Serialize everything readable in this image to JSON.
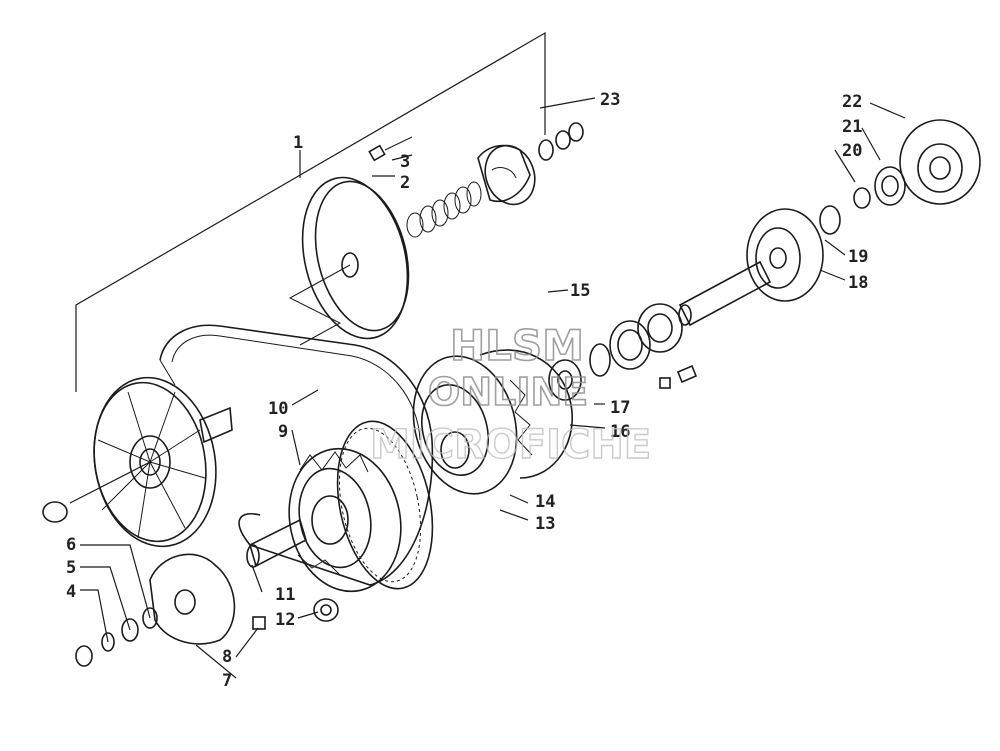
{
  "diagram": {
    "callouts": {
      "c1": "1",
      "c2": "2",
      "c3": "3",
      "c4": "4",
      "c5": "5",
      "c6": "6",
      "c7": "7",
      "c8": "8",
      "c9": "9",
      "c10": "10",
      "c11": "11",
      "c12": "12",
      "c13": "13",
      "c14": "14",
      "c15": "15",
      "c16": "16",
      "c17": "17",
      "c18": "18",
      "c19": "19",
      "c20": "20",
      "c21": "21",
      "c22": "22",
      "c23": "23"
    },
    "watermark": {
      "line1": "HLSM",
      "line2": "ONLINE",
      "line3": "MICROFICHE"
    },
    "colors": {
      "line": "#1b1b1b",
      "watermark": "#8f8f8f"
    }
  }
}
